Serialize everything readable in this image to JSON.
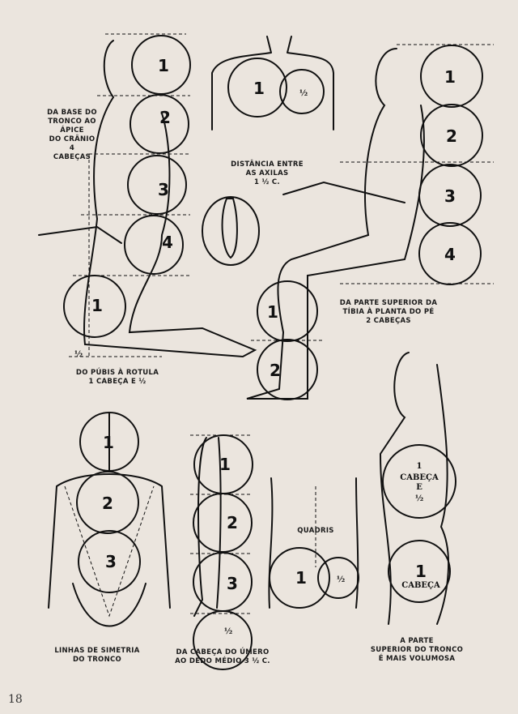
{
  "page_number": "18",
  "captions": {
    "trunk_to_skull": [
      "DA BASE DO",
      "TRONCO AO",
      "ÁPICE",
      "DO CRÂNIO",
      "4",
      "CABEÇAS"
    ],
    "armpits": [
      "DISTÂNCIA ENTRE",
      "AS AXILAS",
      "1 ½ C."
    ],
    "tibia": [
      "DA PARTE SUPERIOR DA",
      "TÍBIA À PLANTA DO PÉ",
      "2 CABEÇAS"
    ],
    "pubis": [
      "DO PÚBIS À ROTULA",
      "1 CABEÇA E ½"
    ],
    "symmetry": [
      "LINHAS DE SIMETRIA",
      "DO TRONCO"
    ],
    "humerus": [
      "DA CABEÇA DO ÚMERO",
      "AO DEDO MÉDIO 3 ½ C."
    ],
    "hips": "QUADRIS",
    "upper_trunk": [
      "A PARTE",
      "SUPERIOR DO TRONCO",
      "É MAIS VOLUMOSA"
    ]
  },
  "labels": {
    "one": "1",
    "two": "2",
    "three": "3",
    "four": "4",
    "half": "½",
    "cabeca": "CABEÇA",
    "e": "E",
    "one_half_frac": "½"
  }
}
